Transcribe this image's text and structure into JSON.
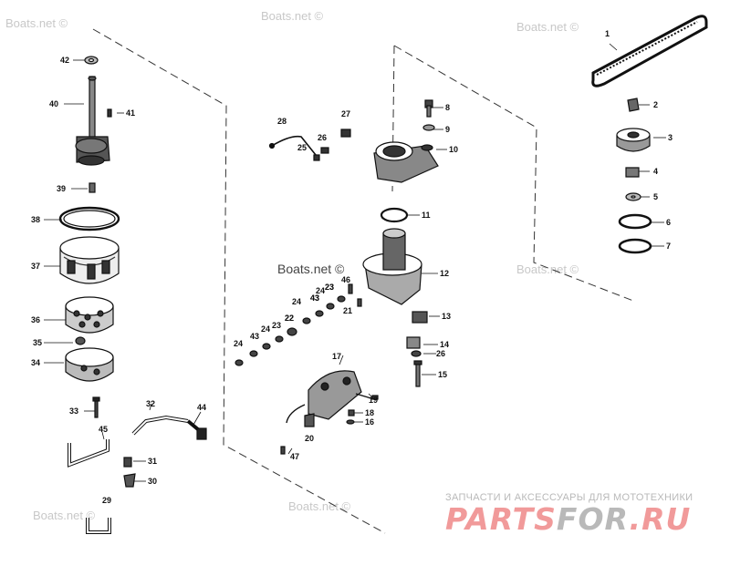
{
  "watermark": "Boats.net ©",
  "watermark_main": "Boats.net ©",
  "brand": {
    "tagline": "ЗАПЧАСТИ И АКСЕССУАРЫ ДЛЯ МОТОТЕХНИКИ",
    "logo_part_a": "PARTS",
    "logo_part_b": "FOR",
    "logo_part_c": ".RU",
    "color_accent": "#f19a9a",
    "color_gray": "#b9b9b9"
  },
  "callouts": [
    "1",
    "2",
    "3",
    "4",
    "5",
    "6",
    "7",
    "8",
    "9",
    "10",
    "11",
    "12",
    "13",
    "14",
    "15",
    "16",
    "17",
    "18",
    "19",
    "20",
    "21",
    "22",
    "23",
    "24",
    "25",
    "26",
    "27",
    "28",
    "29",
    "30",
    "31",
    "32",
    "33",
    "34",
    "35",
    "36",
    "37",
    "38",
    "39",
    "40",
    "41",
    "42",
    "43",
    "44",
    "45",
    "46",
    "47"
  ],
  "callouts_repeat": [
    "24",
    "43",
    "23",
    "24",
    "43",
    "23",
    "22",
    "24",
    "26"
  ]
}
